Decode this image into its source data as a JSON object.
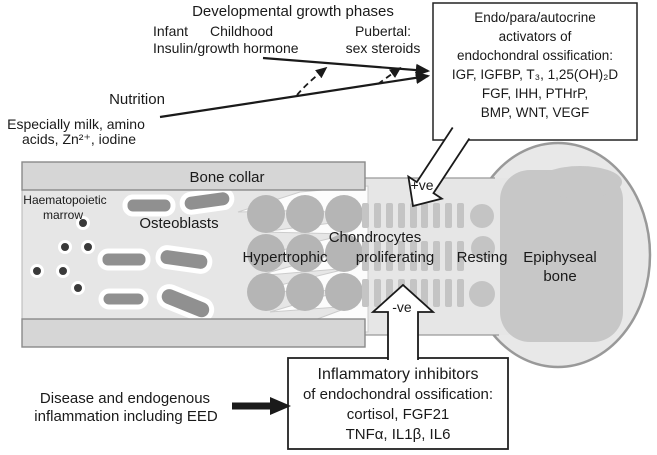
{
  "title": "Developmental growth phases",
  "growth_phases": {
    "infant": "Infant",
    "childhood": "Childhood",
    "infant_hormone": "Insulin/growth hormone",
    "pubertal": "Pubertal:",
    "pubertal_hormone": "sex steroids"
  },
  "nutrition": {
    "title": "Nutrition",
    "line1": "Especially milk, amino",
    "line2": "acids, Zn²⁺, iodine"
  },
  "activators_box": {
    "lines": [
      "Endo/para/autocrine",
      "activators of",
      "endochondral ossification:",
      "IGF, IGFBP, T₃, 1,25(OH)₂D",
      "FGF, IHH, PTHrP,",
      "BMP, WNT, VEGF"
    ]
  },
  "inhibitors_box": {
    "lines": [
      "Inflammatory inhibitors",
      "of endochondral ossification:",
      "cortisol, FGF21",
      "TNFα, IL1β, IL6"
    ]
  },
  "disease": {
    "line1": "Disease and endogenous",
    "line2": "inflammation including EED"
  },
  "bone": {
    "bone_collar": "Bone collar",
    "marrow_line1": "Haematopoietic",
    "marrow_line2": "marrow",
    "osteoblasts": "Osteoblasts",
    "chondrocytes": "Chondrocytes",
    "hypertrophic": "Hypertrophic",
    "proliferating": "proliferating",
    "resting": "Resting",
    "epiphyseal_line1": "Epiphyseal",
    "epiphyseal_line2": "bone"
  },
  "annotations": {
    "positive": "+ve",
    "negative": "-ve"
  },
  "colors": {
    "line_and_text": "#1a1a1a",
    "bone_shaft_fill": "#e6e6e6",
    "collar_fill": "#d6d6d6",
    "hypertrophic_cell_gray": "#b5b5b5",
    "proliferating_bar_gray": "#c4c4c4",
    "trabecula_gray": "#909090",
    "epiphysis_fill": "#e8e8e8",
    "epiphyseal_bone_fill": "#c7c7c7",
    "outline_gray": "#999999",
    "marrow_dot_dark": "#3a3a3a",
    "callout_bg": "#ffffff"
  }
}
